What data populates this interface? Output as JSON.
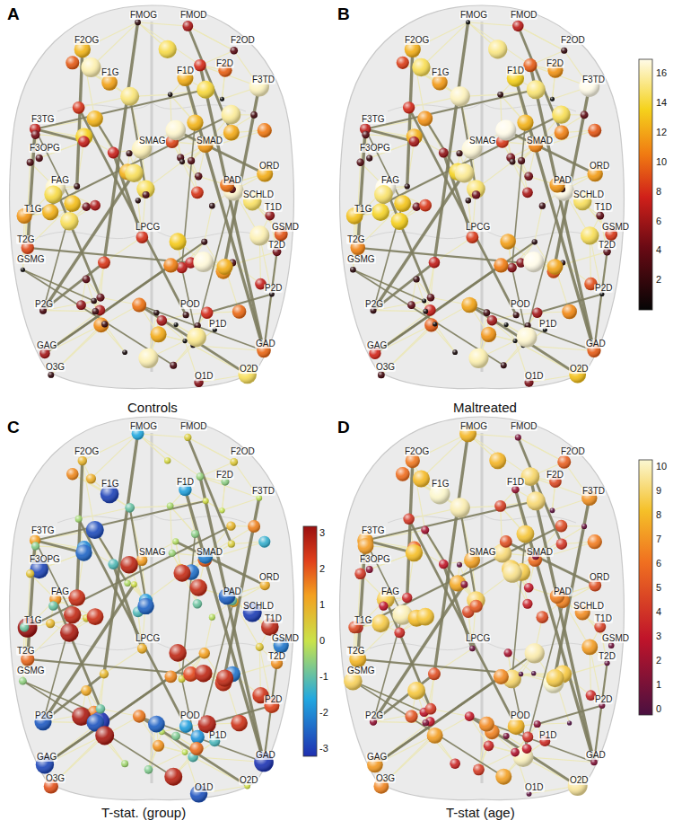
{
  "diagram": {
    "labels": [
      "A",
      "B",
      "C",
      "D",
      "Controls",
      "Maltreated",
      "T-stat. (group)",
      "T-stat (age)",
      "16",
      "14",
      "12",
      "10",
      "8",
      "6",
      "4",
      "2",
      "3",
      "2",
      "1",
      "0",
      "-1",
      "-2",
      "-3",
      "10",
      "9",
      "8",
      "7",
      "6",
      "5",
      "4",
      "3",
      "2",
      "1",
      "0",
      "FMOG",
      "FMOD",
      "F2OG",
      "F2OD",
      "F1G",
      "F1D",
      "F2D",
      "F3TD",
      "F3TG",
      "F3OPG",
      "SMAG",
      "SMAD",
      "FAG",
      "PAD",
      "ORD",
      "SCHLD",
      "T1G",
      "T1D",
      "T2G",
      "T2D",
      "GSMG",
      "GSMD",
      "LPCG",
      "P2G",
      "P2D",
      "GAG",
      "GAD",
      "O3G",
      "POD",
      "P1D",
      "O1D",
      "O2D",
      "FMOG",
      "FMOD",
      "F2OG",
      "F2OD",
      "F1G",
      "F1D",
      "F2D",
      "F3TD",
      "F3TG",
      "F3OPG",
      "SMAG",
      "SMAD",
      "FAG",
      "PAD",
      "ORD",
      "SCHLD",
      "T1G",
      "T1D",
      "T2G",
      "T2D",
      "GSMG",
      "GSMD",
      "LPCG",
      "P2G",
      "P2D",
      "GAG",
      "GAD",
      "O3G",
      "POD",
      "P1D",
      "O1D",
      "O2D",
      "FMOG",
      "FMOD",
      "F2OG",
      "F2OD",
      "F1G",
      "F1D",
      "F2D",
      "F3TD",
      "F3TG",
      "F3OPG",
      "SMAG",
      "SMAD",
      "FAG",
      "PAD",
      "ORD",
      "SCHLD",
      "T1G",
      "T1D",
      "T2G",
      "T2D",
      "GSMG",
      "GSMD",
      "LPCG",
      "P2G",
      "P2D",
      "GAG",
      "GAD",
      "O3G",
      "POD",
      "P1D",
      "O1D",
      "O2D",
      "FMOG",
      "FMOD",
      "F2OG",
      "F2OD",
      "F1G",
      "F1D",
      "F2D",
      "F3TD",
      "F3TG",
      "F3OPG",
      "SMAG",
      "SMAD",
      "FAG",
      "PAD",
      "ORD",
      "SCHLD",
      "T1G",
      "T1D",
      "T2G",
      "T2D",
      "GSMG",
      "GSMD",
      "LPCG",
      "P2G",
      "P2D",
      "GAG",
      "GAD",
      "O3G",
      "POD",
      "P1D",
      "O1D",
      "O2D"
    ]
  }
}
